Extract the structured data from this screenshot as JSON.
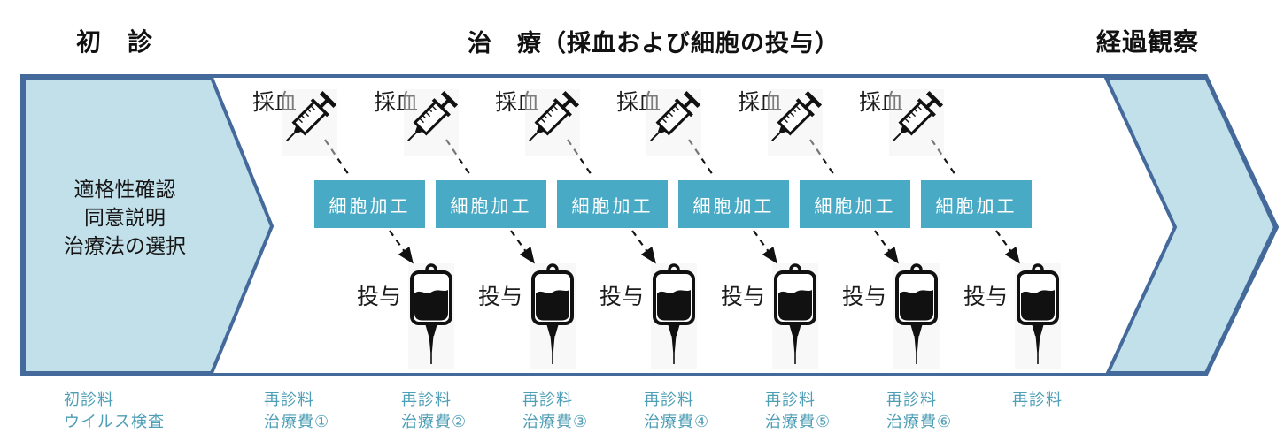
{
  "header": {
    "first_visit": "初　診",
    "treatment": "治　療（採血および細胞の投与）",
    "followup": "経過観察"
  },
  "first_visit_stage": {
    "lines": [
      "適格性確認",
      "同意説明",
      "治療法の選択"
    ]
  },
  "treatment_cycle": {
    "cycles": 6,
    "blood_draw_label": "採血",
    "cell_processing_label": "細胞加工",
    "infusion_label": "投与",
    "blood_draw_icon": "syringe-icon",
    "infusion_icon": "iv-bag-icon",
    "flow": "採血 → 細胞加工 → 投与 (dashed arrows, repeated 6 times)"
  },
  "cost_labels": [
    {
      "line1": "初診料",
      "line2": "ウイルス検査"
    },
    {
      "line1": "再診料",
      "line2": "治療費①"
    },
    {
      "line1": "再診料",
      "line2": "治療費②"
    },
    {
      "line1": "再診料",
      "line2": "治療費③"
    },
    {
      "line1": "再診料",
      "line2": "治療費④"
    },
    {
      "line1": "再診料",
      "line2": "治療費⑤"
    },
    {
      "line1": "再診料",
      "line2": "治療費⑥"
    },
    {
      "line1": "再診料",
      "line2": ""
    }
  ],
  "colors": {
    "arrow_border": "#44699B",
    "stage_fill_light_blue": "#C2E0EA",
    "cell_box_teal": "#48AAC4",
    "cost_text_teal": "#4E9EB5",
    "icon_black": "#111111",
    "background": "#FFFFFF"
  }
}
